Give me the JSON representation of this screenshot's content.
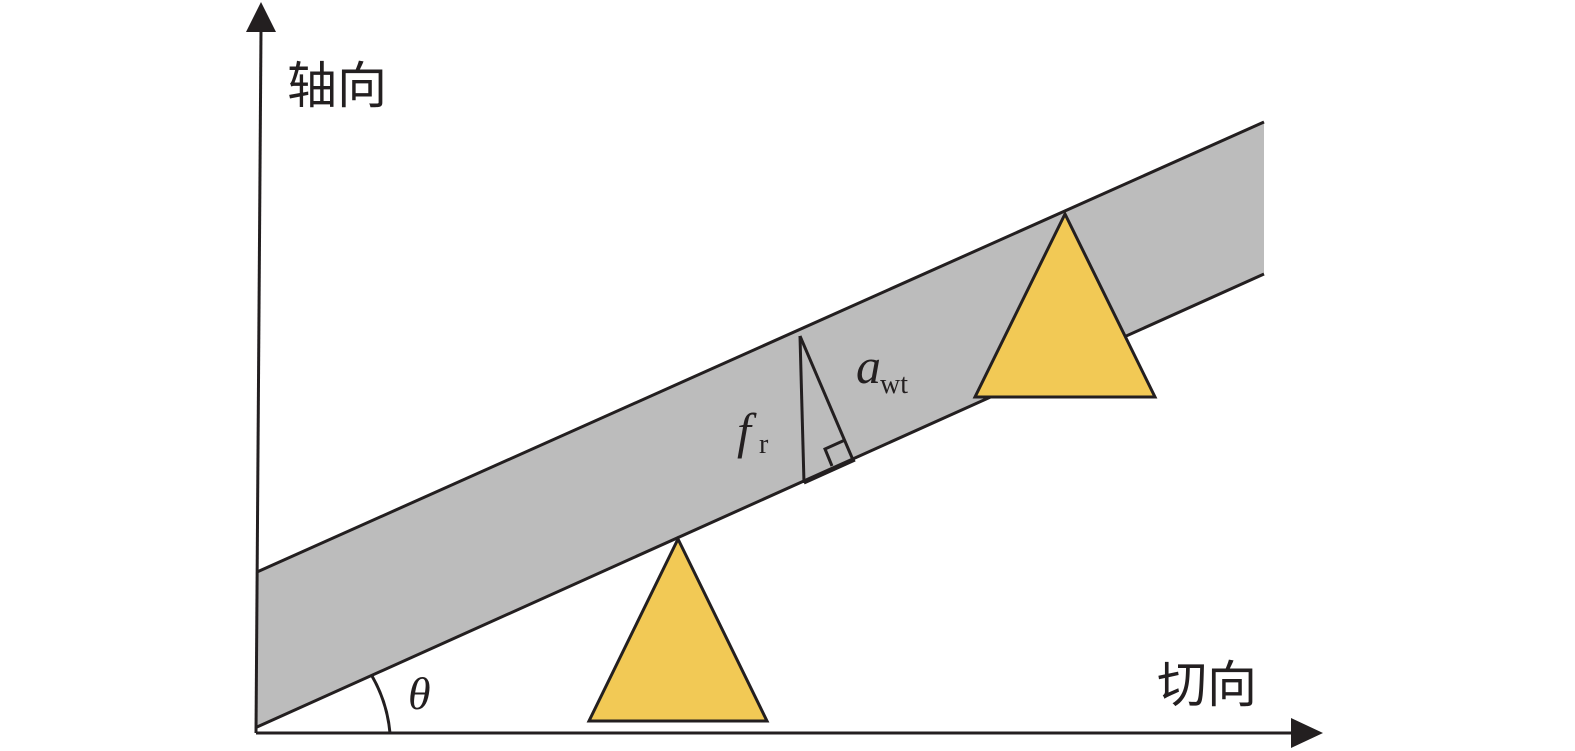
{
  "labels": {
    "axis_vertical": "轴向",
    "axis_horizontal": "切向",
    "angle": "θ",
    "height_main": "f",
    "height_sub": "r",
    "width_main": "a",
    "width_sub": "wt"
  },
  "colors": {
    "band_fill": "#bcbcbc",
    "triangle_fill": "#f2c955",
    "line": "#231f20",
    "background": "#ffffff"
  }
}
